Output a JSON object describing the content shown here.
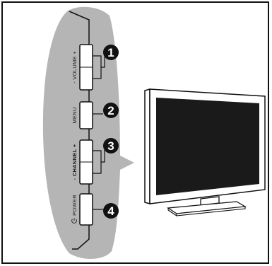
{
  "buttons": [
    {
      "label": "- VOLUME +",
      "callout": "1"
    },
    {
      "label": "MENU",
      "callout": "2"
    },
    {
      "label": "- CHANNEL +",
      "callout": "3"
    },
    {
      "label": "POWER",
      "callout": "4"
    }
  ],
  "colors": {
    "panel": "#b5b5b5",
    "ink": "#111111",
    "screen": "#1a1a1a"
  },
  "icons": {
    "power": "power-icon"
  }
}
